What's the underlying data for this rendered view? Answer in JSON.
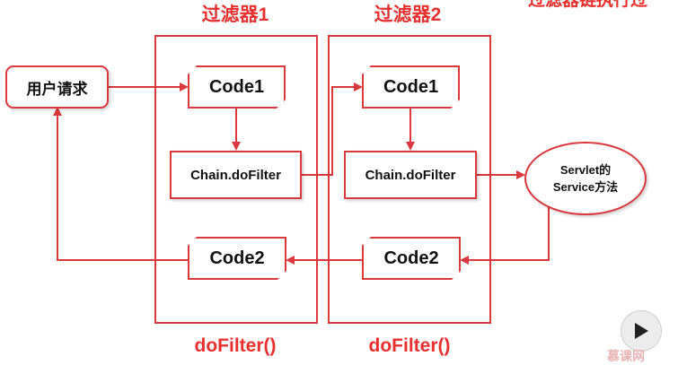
{
  "corner_text": "过滤器链执行过",
  "filters": [
    {
      "title": "过滤器1",
      "code1": "Code1",
      "chain": "Chain.doFilter",
      "code2": "Code2",
      "method": "doFilter()"
    },
    {
      "title": "过滤器2",
      "code1": "Code1",
      "chain": "Chain.doFilter",
      "code2": "Code2",
      "method": "doFilter()"
    }
  ],
  "user_request": "用户请求",
  "servlet": {
    "line1": "Servlet的",
    "line2": "Service方法"
  },
  "watermark": "慕课网",
  "colors": {
    "accent": "#d9383d",
    "title_red": "#e8302f"
  },
  "icons": {
    "play": "play-icon"
  }
}
